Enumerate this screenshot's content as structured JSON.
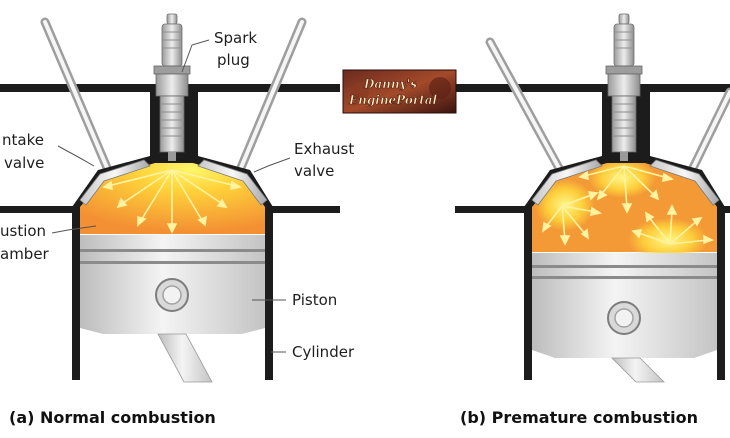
{
  "labels": {
    "spark_plug": [
      "Spark",
      "plug"
    ],
    "intake_valve": [
      "ntake",
      "valve"
    ],
    "exhaust_valve": [
      "Exhaust",
      "valve"
    ],
    "combustion_chamber": [
      "ustion",
      "amber"
    ],
    "piston": "Piston",
    "cylinder": "Cylinder"
  },
  "captions": {
    "normal": "(a) Normal combustion",
    "premature": "(b) Premature combustion"
  },
  "watermark": [
    "Danny's",
    "EnginePortal"
  ],
  "colors": {
    "block": "#1c1c1c",
    "flame_core": "#ffe84a",
    "flame_outer": "#f59a32",
    "piston_light": "#f2f2f2",
    "piston_shadow": "#b9b9b9",
    "arrow": "#fff3a0"
  }
}
